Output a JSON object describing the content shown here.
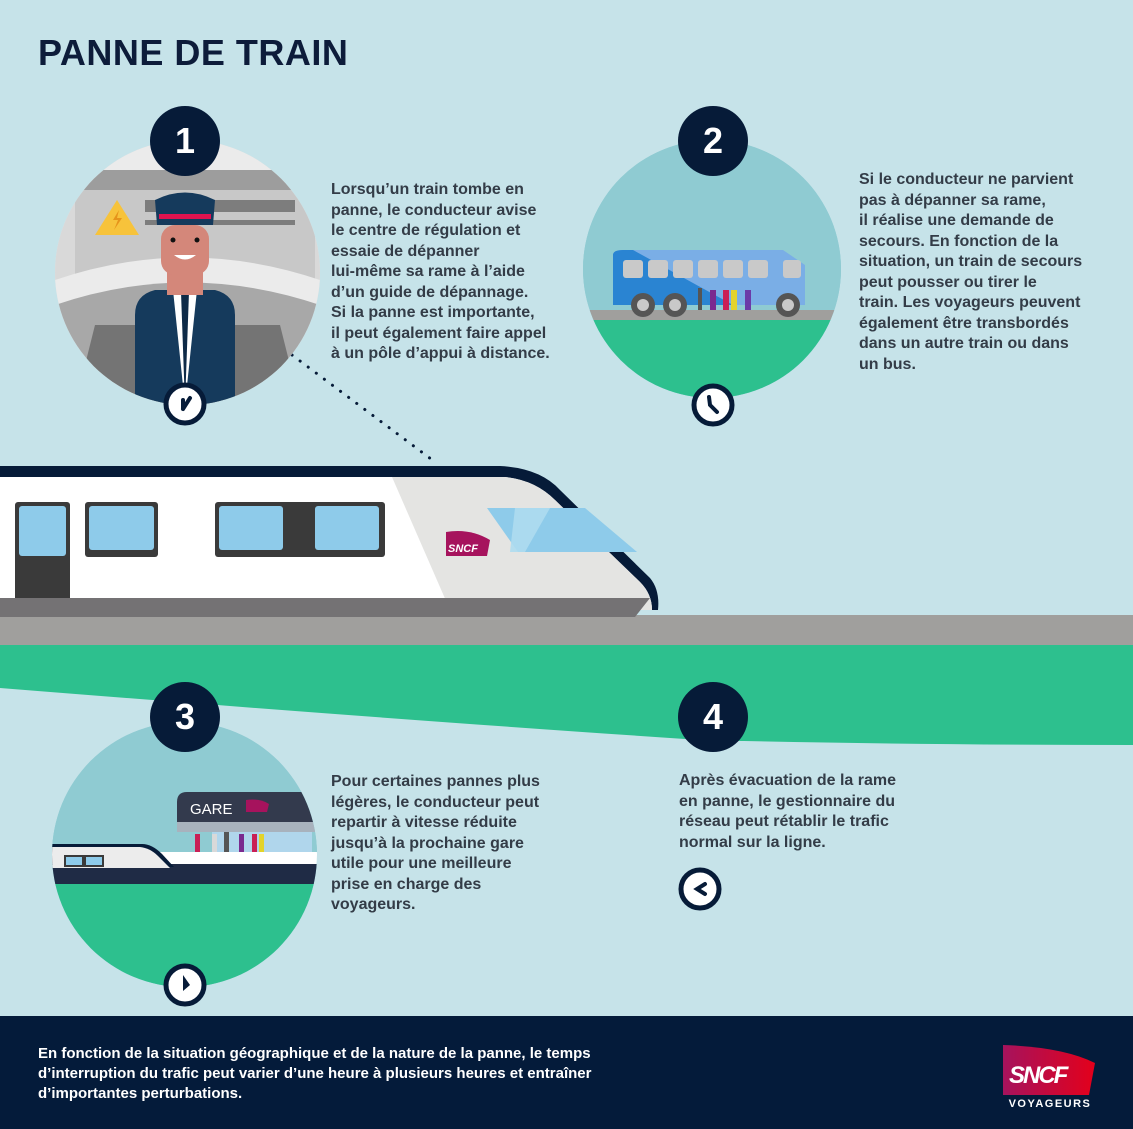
{
  "title": "PANNE DE TRAIN",
  "colors": {
    "background": "#c6e3e9",
    "navy": "#061b38",
    "green": "#2dc08e",
    "rail_grey": "#a09f9d",
    "text": "#333c47",
    "sncf_magenta": "#a6135d",
    "sncf_red": "#e3001b"
  },
  "steps": [
    {
      "number": "1",
      "illustration": "conducteur dans la cabine",
      "icon": "clock-icon",
      "text": "Lorsqu’un train tombe en\npanne, le conducteur avise\nle centre de régulation et\nessaie de dépanner\nlui-même sa rame à l’aide\nd’un guide de dépannage.\nSi la panne est importante,\nil peut également faire appel\nà un pôle d’appui à distance."
    },
    {
      "number": "2",
      "illustration": "bus et voyageurs",
      "icon": "clock-icon",
      "text": "Si le conducteur ne parvient\npas à dépanner sa rame,\nil réalise une demande de\nsecours. En fonction de la\nsituation, un train de secours\npeut pousser ou tirer le\ntrain. Les voyageurs peuvent\négalement être transbordés\ndans un autre train ou dans\nun bus."
    },
    {
      "number": "3",
      "illustration": "train en gare",
      "station_sign": "GARE",
      "icon": "clock-icon",
      "text": "Pour certaines pannes plus\nlégères, le conducteur peut\nrepartir à vitesse réduite\njusqu’à la prochaine gare\nutile pour une meilleure\nprise en charge des\nvoyageurs."
    },
    {
      "number": "4",
      "icon": "clock-icon",
      "text": "Après évacuation de la rame\nen panne, le gestionnaire du\nréseau peut rétablir le trafic\nnormal sur la ligne."
    }
  ],
  "train": {
    "logo": "SNCF"
  },
  "footer": {
    "text": "En fonction de la situation géographique et de la nature de la panne, le temps\nd’interruption du trafic peut varier d’une heure à plusieurs heures et entraîner\nd’importantes perturbations.",
    "logo": "SNCF",
    "logo_sub": "VOYAGEURS"
  }
}
